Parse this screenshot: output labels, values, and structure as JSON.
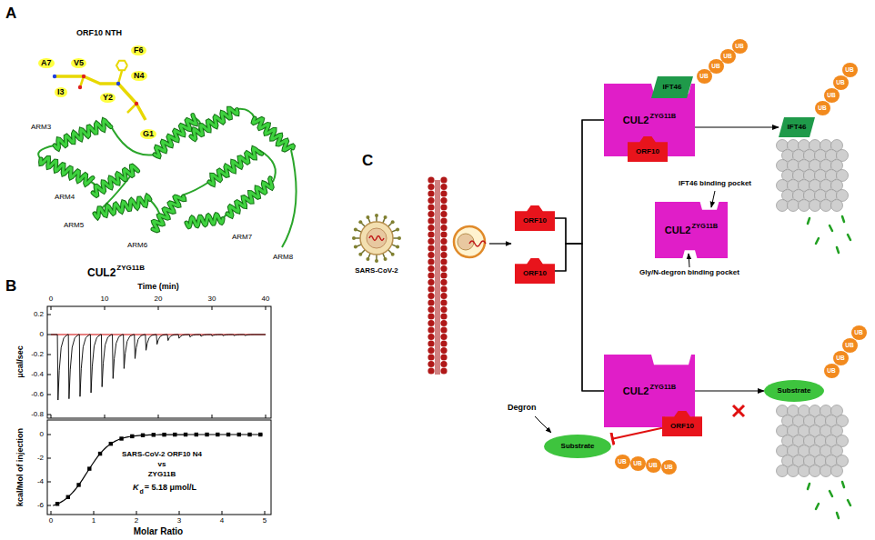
{
  "diagram": {
    "nodes": [
      {
        "text": [
          "ORF10"
        ]
      },
      {
        "text": [
          "ORF10"
        ]
      },
      {
        "text": [
          "CUL2",
          "ZYG11B"
        ]
      },
      {
        "text": [
          "IFT46"
        ]
      },
      {
        "text": [
          "ORF10"
        ]
      },
      {
        "text": [
          "UB"
        ]
      },
      {
        "text": [
          "UB"
        ]
      },
      {
        "text": [
          "UB"
        ]
      },
      {
        "text": [
          "UB"
        ]
      },
      {
        "text": [
          "IFT46"
        ]
      },
      {
        "text": [
          "UB"
        ]
      },
      {
        "text": [
          "UB"
        ]
      },
      {
        "text": [
          "UB"
        ]
      },
      {
        "text": [
          "UB"
        ]
      },
      {
        "text": [
          "CUL2",
          "ZYG11B"
        ]
      },
      {
        "text": [
          "CUL2",
          "ZYG11B"
        ]
      },
      {
        "text": [
          "ORF10"
        ]
      },
      {
        "text": [
          "Substrate"
        ]
      },
      {
        "text": [
          "UB"
        ]
      },
      {
        "text": [
          "UB"
        ]
      },
      {
        "text": [
          "UB"
        ]
      },
      {
        "text": [
          "UB"
        ]
      },
      {
        "text": [
          "Substrate"
        ]
      },
      {
        "text": [
          "UB"
        ]
      },
      {
        "text": [
          "UB"
        ]
      },
      {
        "text": [
          "UB"
        ]
      },
      {
        "text": [
          "UB"
        ]
      }
    ],
    "edges": [
      {
        "from": 0,
        "to": 2,
        "arrow": "none"
      },
      {
        "from": 0,
        "to": 15,
        "arrow": "none"
      },
      {
        "from": 1,
        "to": 2,
        "arrow": "none"
      },
      {
        "from": 1,
        "to": 15,
        "arrow": "none"
      },
      {
        "from": 2,
        "to": 9,
        "arrow": "to"
      },
      {
        "from": 15,
        "to": 22,
        "arrow": "to"
      },
      {
        "from": 16,
        "to": 17,
        "arrow": "to"
      }
    ],
    "labels": [
      "A",
      "ORF10 NTH",
      "A7",
      "V5",
      "F6",
      "N4",
      "I3",
      "Y2",
      "G1",
      "ARM3",
      "ARM4",
      "ARM5",
      "ARM6",
      "ARM7",
      "ARM8",
      "CUL2",
      "ZYG11B",
      "B",
      "Time (min)",
      "0",
      "10",
      "20",
      "30",
      "40",
      "0.2",
      "0",
      "-0.2",
      "-0.4",
      "-0.6",
      "-0.8",
      "μcal/sec",
      "0",
      "-2",
      "-4",
      "-6",
      "kcal/Mol of injection",
      "0",
      "1",
      "2",
      "3",
      "4",
      "5",
      "Molar Ratio",
      "SARS-CoV-2 ORF10 N4",
      "vs",
      "ZYG11B",
      "K",
      "d",
      "= 5.18 μmol/L",
      "C",
      "SARS-CoV-2",
      "IFT46 binding pocket",
      "Gly/N-degron binding pocket",
      "Degron"
    ]
  }
}
